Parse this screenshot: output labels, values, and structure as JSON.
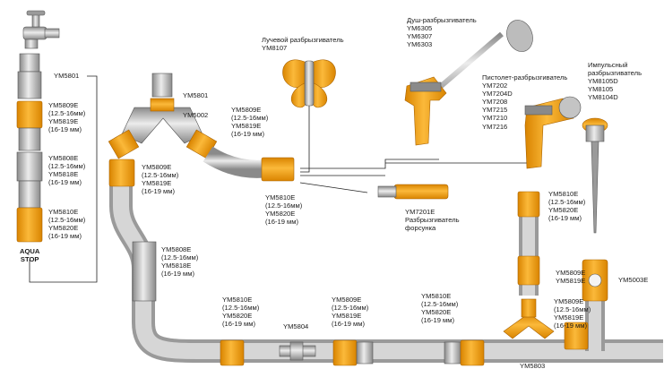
{
  "colors": {
    "orange": "#f6a21a",
    "orange_dark": "#d98400",
    "grey_light": "#e2e2e2",
    "grey": "#b9b9b9",
    "grey_dark": "#7d7d7d",
    "line": "#222222"
  },
  "labels": {
    "l_5801_a": [
      "YM5801"
    ],
    "l_5809_a": [
      "YM5809E",
      "(12.5-16мм)",
      "YM5819E",
      "(16-19 мм)"
    ],
    "l_5808_a": [
      "YM5808E",
      "(12.5-16мм)",
      "YM5818E",
      "(16-19 мм)"
    ],
    "l_5810_a": [
      "YM5810E",
      "(12.5-16мм)",
      "YM5820E",
      "(16-19 мм)"
    ],
    "l_aqua": [
      "AQUA",
      "STOP"
    ],
    "l_5801_b": [
      "YM5801"
    ],
    "l_5002": [
      "YM5002"
    ],
    "l_5809_b": [
      "YM5809E",
      "(12.5-16мм)",
      "YM5819E",
      "(16-19 мм)"
    ],
    "l_5809_c": [
      "YM5809E",
      "(12.5-16мм)",
      "YM5819E",
      "(16-19 мм)"
    ],
    "l_5810_b": [
      "YM5810E",
      "(12.5-16мм)",
      "YM5820E",
      "(16-19 мм)"
    ],
    "l_8107": [
      "Лучевой разбрызгиватель",
      "YM8107"
    ],
    "l_shower": [
      "Душ-разбрызгиватель",
      "YM6305",
      "YM6307",
      "YM6303"
    ],
    "l_pistol": [
      "Пистолет-разбрызгиватель",
      "YM7202",
      "YM7204D",
      "YM7208",
      "YM7215",
      "YM7210",
      "YM7216"
    ],
    "l_impulse": [
      "Импульсный",
      "разбрызгиватель",
      "YM8105D",
      "YM8105",
      "YM8104D"
    ],
    "l_7201": [
      "YM7201E",
      "Разбрызгиватель",
      "форсунка"
    ],
    "l_5808_b": [
      "YM5808E",
      "(12.5-16мм)",
      "YM5818E",
      "(16-19 мм)"
    ],
    "l_5810_c": [
      "YM5810E",
      "(12.5-16мм)",
      "YM5820E",
      "(16-19 мм)"
    ],
    "l_5804": [
      "YM5804"
    ],
    "l_5809_d": [
      "YM5809E",
      "(12.5-16мм)",
      "YM5819E",
      "(16-19 мм)"
    ],
    "l_5810_d": [
      "YM5810E",
      "(12.5-16мм)",
      "YM5820E",
      "(16-19 мм)"
    ],
    "l_5803": [
      "YM5803"
    ],
    "l_5810_e": [
      "YM5810E",
      "(12.5-16мм)",
      "YM5820E",
      "(16-19 мм)"
    ],
    "l_5809_e": [
      "YM5809E",
      "YM5819E"
    ],
    "l_5003": [
      "YM5003E"
    ],
    "l_5809_f": [
      "YM5809E",
      "(12.5-16мм)",
      "YM5819E",
      "(16-19 мм)"
    ]
  }
}
